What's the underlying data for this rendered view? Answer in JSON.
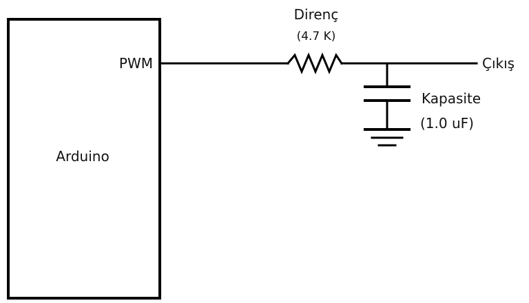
{
  "arduino": {
    "label": "Arduino",
    "pin_label": "PWM"
  },
  "resistor": {
    "label": "Direnç",
    "value": "(4.7 K)"
  },
  "capacitor": {
    "label": "Kapasite",
    "value": "(1.0 uF)"
  },
  "output": {
    "label": "Çıkış"
  },
  "colors": {
    "line": "#000000",
    "text": "#111111",
    "background": "#ffffff"
  }
}
